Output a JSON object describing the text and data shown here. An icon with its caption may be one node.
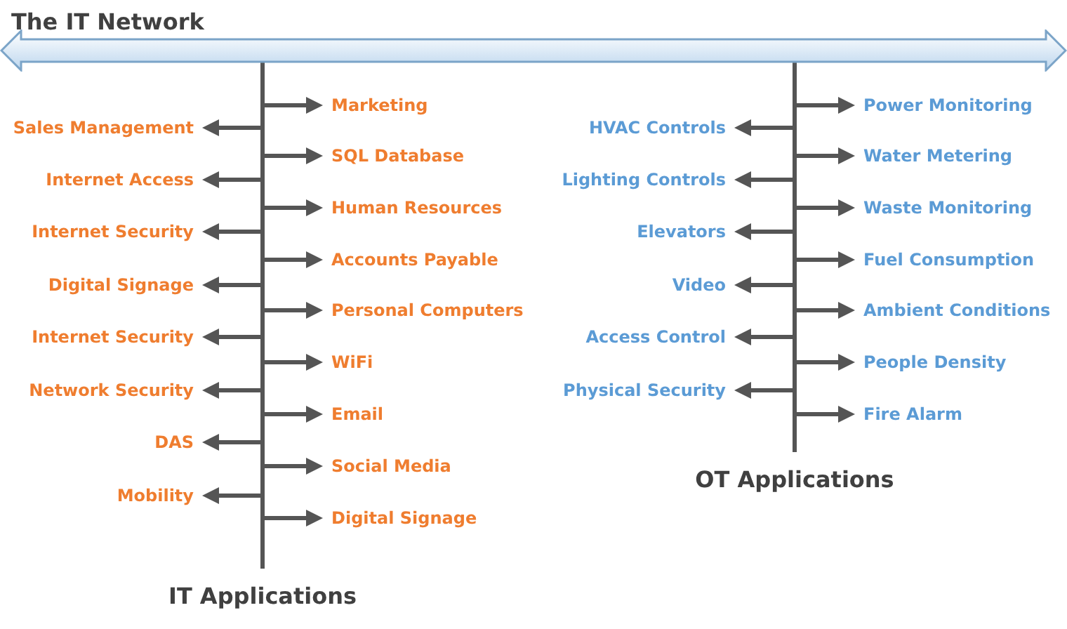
{
  "diagram": {
    "title": "The IT Network",
    "nodes": [
      {
        "text": [],
        "shape": "bar"
      },
      {
        "text": [
          "Marketing"
        ]
      },
      {
        "text": [
          "Sales Management"
        ]
      },
      {
        "text": [
          "SQL Database"
        ]
      },
      {
        "text": [
          "Internet Access"
        ]
      },
      {
        "text": [
          "Human Resources"
        ]
      },
      {
        "text": [
          "Internet Security"
        ]
      },
      {
        "text": [
          "Accounts Payable"
        ]
      },
      {
        "text": [
          "Digital Signage"
        ]
      },
      {
        "text": [
          "Personal Computers"
        ]
      },
      {
        "text": [
          "Internet Security"
        ]
      },
      {
        "text": [
          "WiFi"
        ]
      },
      {
        "text": [
          "Network Security"
        ]
      },
      {
        "text": [
          "Email"
        ]
      },
      {
        "text": [
          "DAS"
        ]
      },
      {
        "text": [
          "Social Media"
        ]
      },
      {
        "text": [
          "Mobility"
        ]
      },
      {
        "text": [
          "Digital Signage"
        ]
      },
      {
        "text": [
          "Power Monitoring"
        ]
      },
      {
        "text": [
          "HVAC Controls"
        ]
      },
      {
        "text": [
          "Water Metering"
        ]
      },
      {
        "text": [
          "Lighting Controls"
        ]
      },
      {
        "text": [
          "Waste Monitoring"
        ]
      },
      {
        "text": [
          "Elevators"
        ]
      },
      {
        "text": [
          "Fuel Consumption"
        ]
      },
      {
        "text": [
          "Video"
        ]
      },
      {
        "text": [
          "Ambient Conditions"
        ]
      },
      {
        "text": [
          "Access Control"
        ]
      },
      {
        "text": [
          "People Density"
        ]
      },
      {
        "text": [
          "Physical Security"
        ]
      },
      {
        "text": [
          "Fire Alarm"
        ]
      }
    ],
    "edges": [
      {
        "from": 0,
        "to": 1,
        "arrow": "to"
      },
      {
        "from": 0,
        "to": 2,
        "arrow": "to"
      },
      {
        "from": 0,
        "to": 3,
        "arrow": "to"
      },
      {
        "from": 0,
        "to": 4,
        "arrow": "to"
      },
      {
        "from": 0,
        "to": 5,
        "arrow": "to"
      },
      {
        "from": 0,
        "to": 6,
        "arrow": "to"
      },
      {
        "from": 0,
        "to": 7,
        "arrow": "to"
      },
      {
        "from": 0,
        "to": 8,
        "arrow": "to"
      },
      {
        "from": 0,
        "to": 9,
        "arrow": "to"
      },
      {
        "from": 0,
        "to": 10,
        "arrow": "to"
      },
      {
        "from": 0,
        "to": 11,
        "arrow": "to"
      },
      {
        "from": 0,
        "to": 12,
        "arrow": "to"
      },
      {
        "from": 0,
        "to": 13,
        "arrow": "to"
      },
      {
        "from": 0,
        "to": 14,
        "arrow": "to"
      },
      {
        "from": 0,
        "to": 15,
        "arrow": "to"
      },
      {
        "from": 0,
        "to": 16,
        "arrow": "to"
      },
      {
        "from": 0,
        "to": 17,
        "arrow": "to"
      },
      {
        "from": 0,
        "to": 18,
        "arrow": "to"
      },
      {
        "from": 0,
        "to": 19,
        "arrow": "to"
      },
      {
        "from": 0,
        "to": 20,
        "arrow": "to"
      },
      {
        "from": 0,
        "to": 21,
        "arrow": "to"
      },
      {
        "from": 0,
        "to": 22,
        "arrow": "to"
      },
      {
        "from": 0,
        "to": 23,
        "arrow": "to"
      },
      {
        "from": 0,
        "to": 24,
        "arrow": "to"
      },
      {
        "from": 0,
        "to": 25,
        "arrow": "to"
      },
      {
        "from": 0,
        "to": 26,
        "arrow": "to"
      },
      {
        "from": 0,
        "to": 27,
        "arrow": "to"
      },
      {
        "from": 0,
        "to": 28,
        "arrow": "to"
      },
      {
        "from": 0,
        "to": 29,
        "arrow": "to"
      },
      {
        "from": 0,
        "to": 30,
        "arrow": "to"
      }
    ],
    "labels": [
      "OT Applications",
      "IT Applications"
    ]
  }
}
